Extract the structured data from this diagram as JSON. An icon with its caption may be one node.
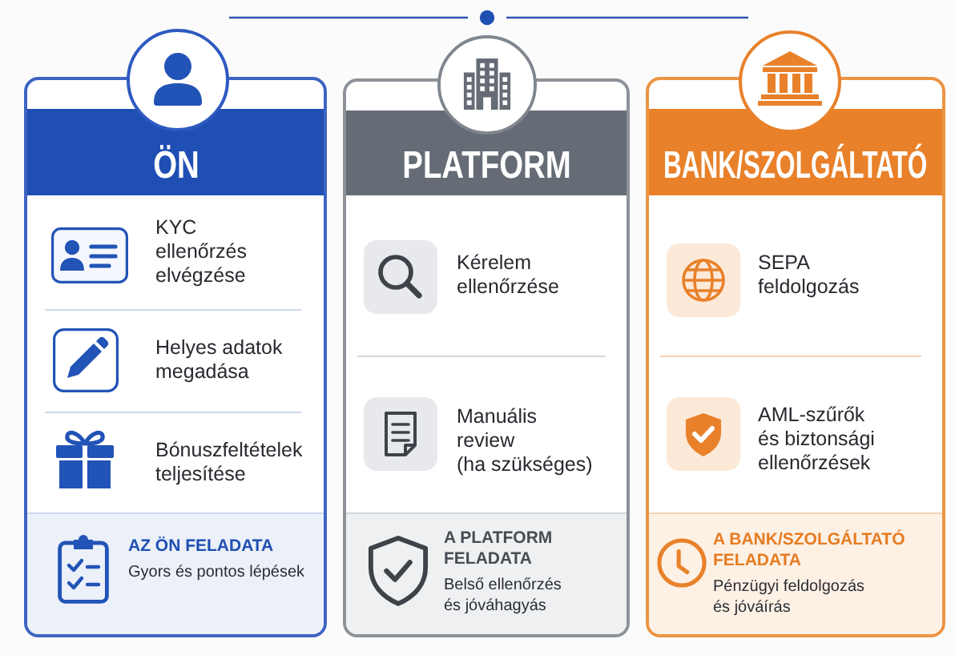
{
  "diagram": {
    "nodes": [
      {
        "text": [
          "ÖN",
          "KYC ellenőrzés elvégzése",
          "Helyes adatok megadása",
          "Bónuszfeltételek teljesítése"
        ]
      },
      {
        "text": [
          "AZ ÖN FELADATA",
          "Gyors és pontos lépések"
        ],
        "in": 0
      },
      {
        "text": [
          "PLATFORM",
          "Kérelem ellenőrzése",
          "Manuális review (ha szükséges)"
        ]
      },
      {
        "text": [
          "A PLATFORM FELADATA",
          "Belső ellenőrzés és jóváhagyás"
        ],
        "in": 2
      },
      {
        "text": [
          "BANK/SZOLGÁLTATÓ",
          "SEPA feldolgozás",
          "AML-szűrők és biztonsági ellenőrzések"
        ]
      },
      {
        "text": [
          "A BANK/SZOLGÁLTATÓ FELADATA",
          "Pénzügyi feldolgozás és jóváírás"
        ],
        "in": 4
      }
    ]
  }
}
